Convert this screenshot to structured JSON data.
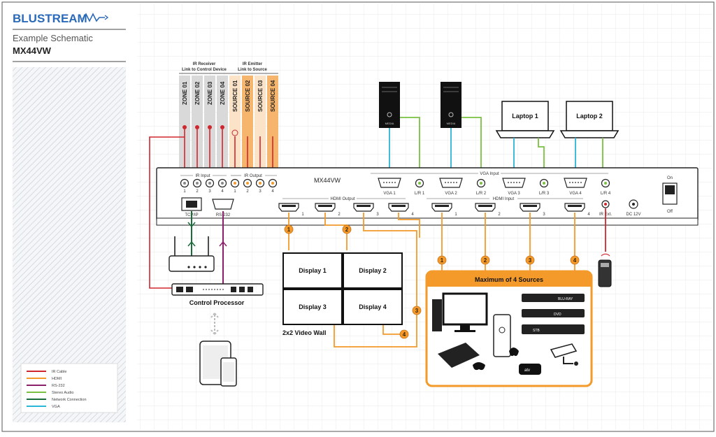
{
  "brand": {
    "logo_text": "BLUSTREAM"
  },
  "sidebar": {
    "heading": "Example Schematic",
    "model": "MX44VW",
    "legend": [
      {
        "label": "IR Cable",
        "color": "#d0262d"
      },
      {
        "label": "HDMI",
        "color": "#f39a2b"
      },
      {
        "label": "RS-232",
        "color": "#8a1f6a"
      },
      {
        "label": "Stereo Audio",
        "color": "#7ac143"
      },
      {
        "label": "Network Connection",
        "color": "#1a6b3a"
      },
      {
        "label": "VGA",
        "color": "#2bb5d6"
      }
    ]
  },
  "ir_groups": {
    "receiver": {
      "line1": "IR Receiver",
      "line2": "Link to Control Device"
    },
    "emitter": {
      "line1": "IR Emitter",
      "line2": "Link to Source"
    }
  },
  "zones": [
    "ZONE 01",
    "ZONE 02",
    "ZONE 03",
    "ZONE 04"
  ],
  "sources": [
    "SOURCE 01",
    "SOURCE 02",
    "SOURCE 03",
    "SOURCE 04"
  ],
  "device": {
    "model": "MX44VW",
    "ir_input_label": "IR Input",
    "ir_output_label": "IR Output",
    "ir_port_numbers": [
      "1",
      "2",
      "3",
      "4",
      "1",
      "2",
      "3",
      "4"
    ],
    "tcpip": "TCP/IP",
    "rs232": "RS-232",
    "hdmi_output_label": "HDMI Output",
    "hdmi_output_ports": [
      "1",
      "2",
      "3",
      "4"
    ],
    "hdmi_input_label": "HDMI Input",
    "hdmi_input_ports": [
      "1",
      "2",
      "3",
      "4"
    ],
    "vga_input_label": "VGA Input",
    "vga_ports": [
      "VGA 1",
      "L/R 1",
      "VGA 2",
      "L/R 2",
      "VGA 3",
      "L/R 3",
      "VGA 4",
      "L/R 4"
    ],
    "ir_ext": "IR Ext.",
    "dc": "DC 12V",
    "power_on": "On",
    "power_off": "Off"
  },
  "pcs": [
    "MEDIA",
    "MEDIA"
  ],
  "laptops": [
    "Laptop 1",
    "Laptop 2"
  ],
  "displays": [
    "Display 1",
    "Display 2",
    "Display 3",
    "Display 4"
  ],
  "video_wall_caption": "2x2 Video Wall",
  "markers": [
    "1",
    "2",
    "3",
    "4"
  ],
  "sources_box_title": "Maximum of 4 Sources",
  "control_processor": "Control Processor",
  "source_devices": {
    "bluray": "BLU-RAY",
    "dvd": "DVD",
    "stb": "STB",
    "apple_tv": "atv"
  }
}
